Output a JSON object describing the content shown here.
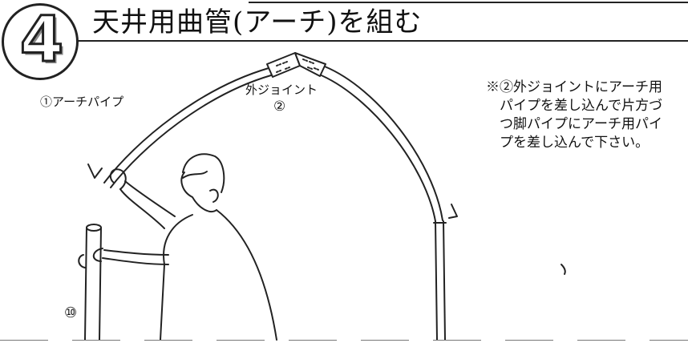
{
  "step": {
    "number": "4",
    "title": "天井用曲管(アーチ)を組む"
  },
  "labels": {
    "arch_pipe": "①アーチパイプ",
    "outer_joint": "外ジョイント",
    "outer_joint_number": "②",
    "leg_pipe_number": "⑩"
  },
  "note": {
    "lines": [
      "※②外ジョイントにアーチ用",
      "　パイプを差し込んで片方づ",
      "　つ脚パイプにアーチ用パイ",
      "　プを差し込んで下さい。"
    ]
  },
  "icons": {
    "step_badge": "step-number-badge",
    "illustration": "arch-assembly-illustration"
  }
}
